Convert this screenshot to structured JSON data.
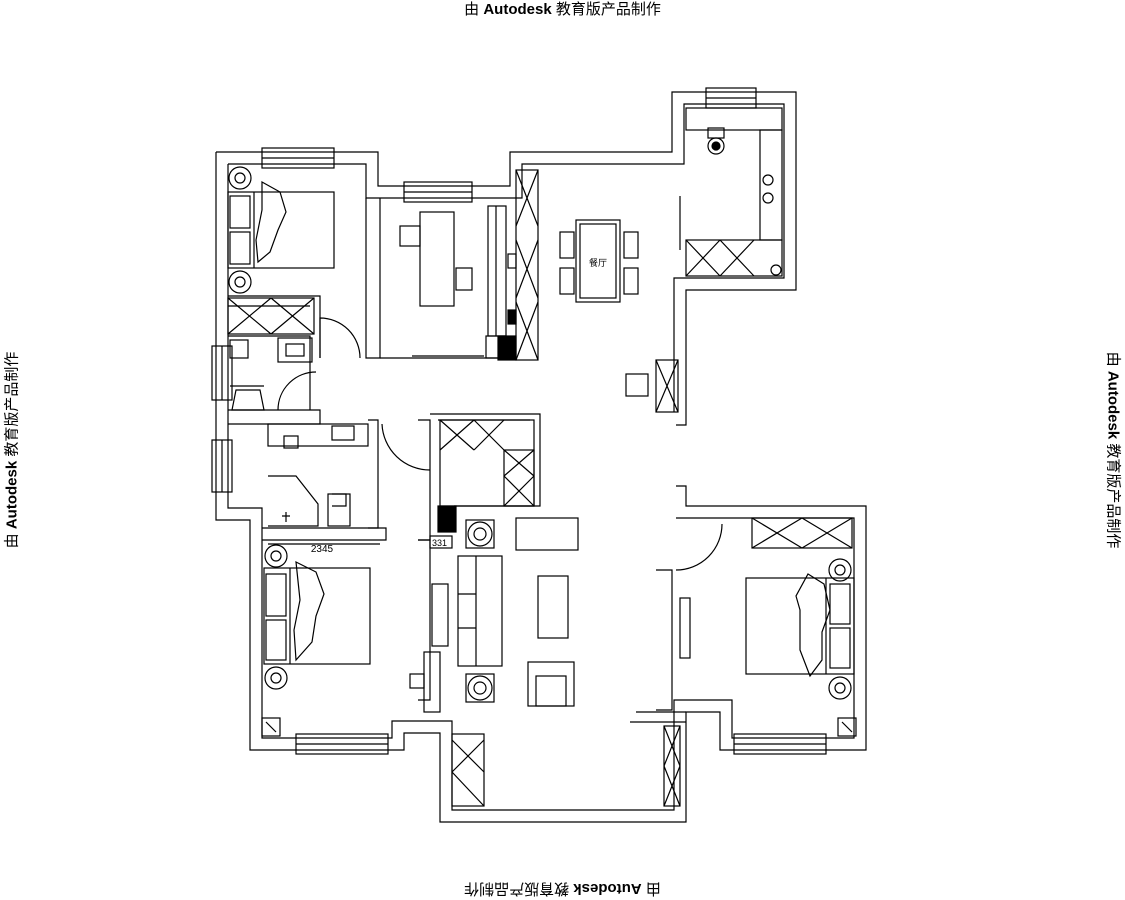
{
  "watermark": {
    "prefix": "由 ",
    "brand": "Autodesk",
    "suffix": " 教育版产品制作"
  },
  "plan": {
    "dimension_label": "2345",
    "small_label": "331",
    "table_label": "餐厅"
  },
  "colors": {
    "line": "#000000",
    "background": "#ffffff"
  }
}
